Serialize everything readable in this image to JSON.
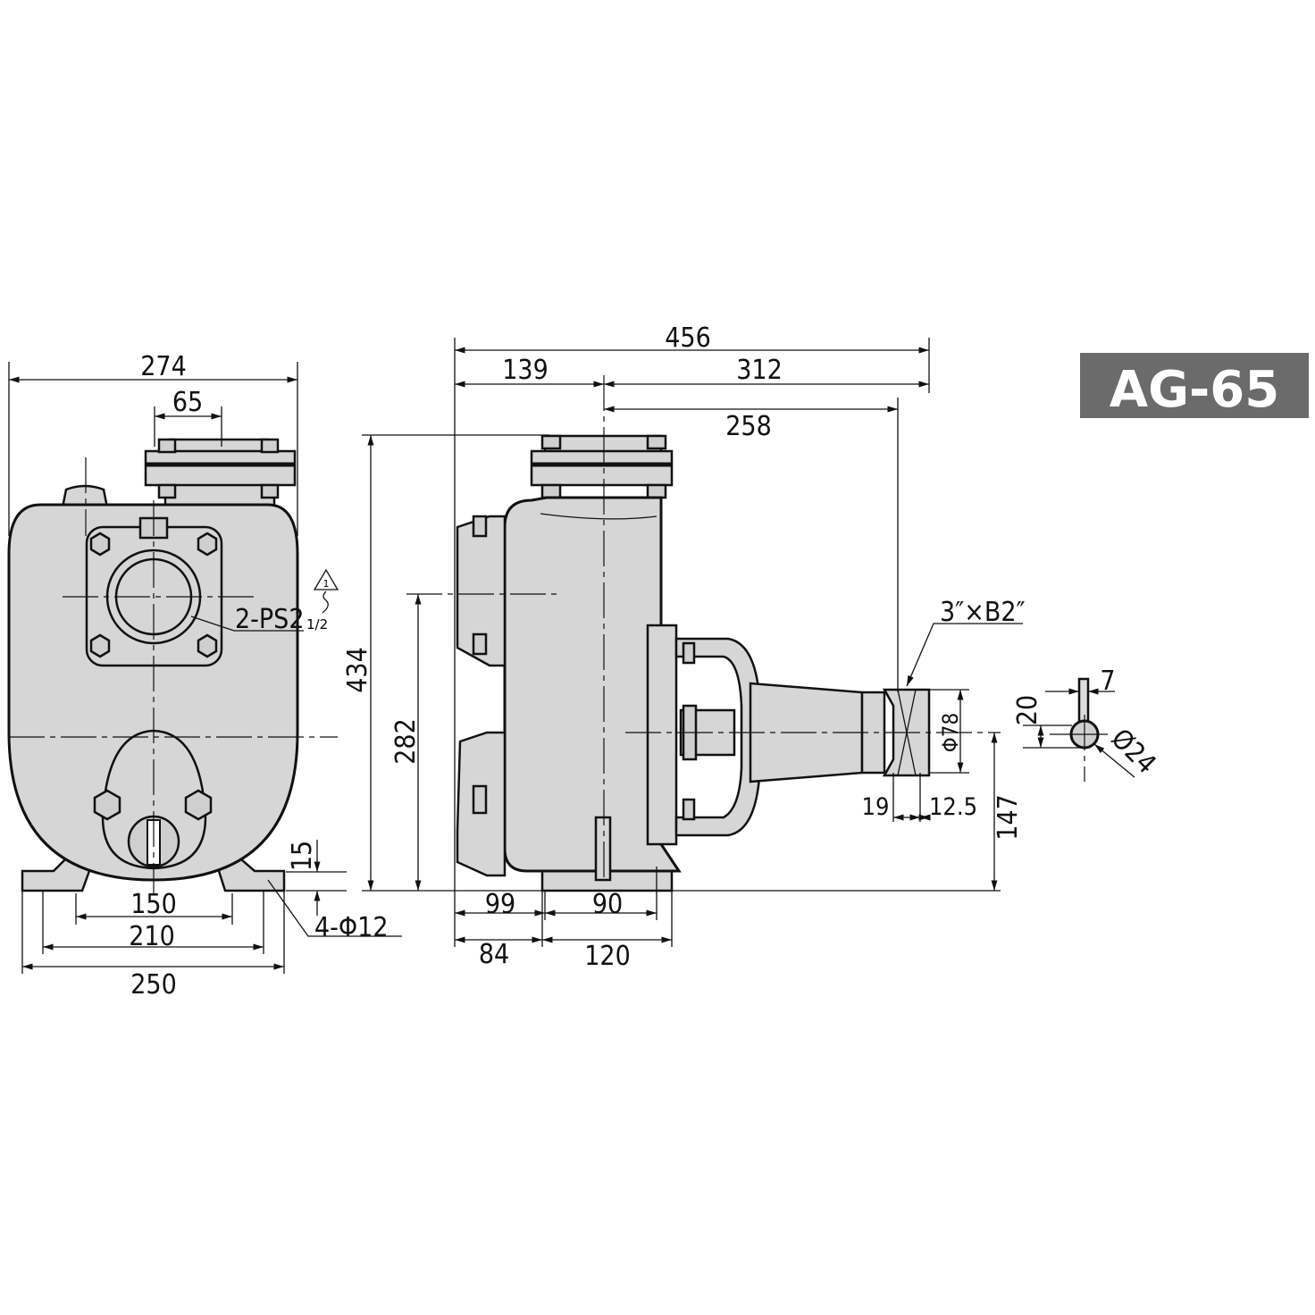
{
  "title_badge": {
    "label": "AG-65",
    "background": "#6b6b6b",
    "text_color": "#ffffff"
  },
  "front_view": {
    "overall_width": "274",
    "discharge_width": "65",
    "suction_thread": "2-PS2",
    "suction_thread_fraction": "1/2",
    "revision_mark": "1",
    "foot_height": "15",
    "bolt_pitch_inner": "150",
    "bolt_pitch": "210",
    "base_width": "250",
    "mounting_holes": "4-Φ12"
  },
  "side_view": {
    "overall_length": "456",
    "flange_offset": "139",
    "flange_to_shaft_end": "312",
    "flange_to_pulley": "258",
    "overall_height": "434",
    "suction_height": "282",
    "base_front": "99",
    "base_bolt": "90",
    "base_offset": "84",
    "base_length": "120",
    "pulley_spec": "3″×B2″",
    "pulley_diameter": "Φ78",
    "pulley_offset": "19",
    "pulley_width": "12.5",
    "shaft_height": "147"
  },
  "shaft_detail": {
    "key_width": "7",
    "key_height": "20",
    "shaft_diameter": "Ø24"
  }
}
